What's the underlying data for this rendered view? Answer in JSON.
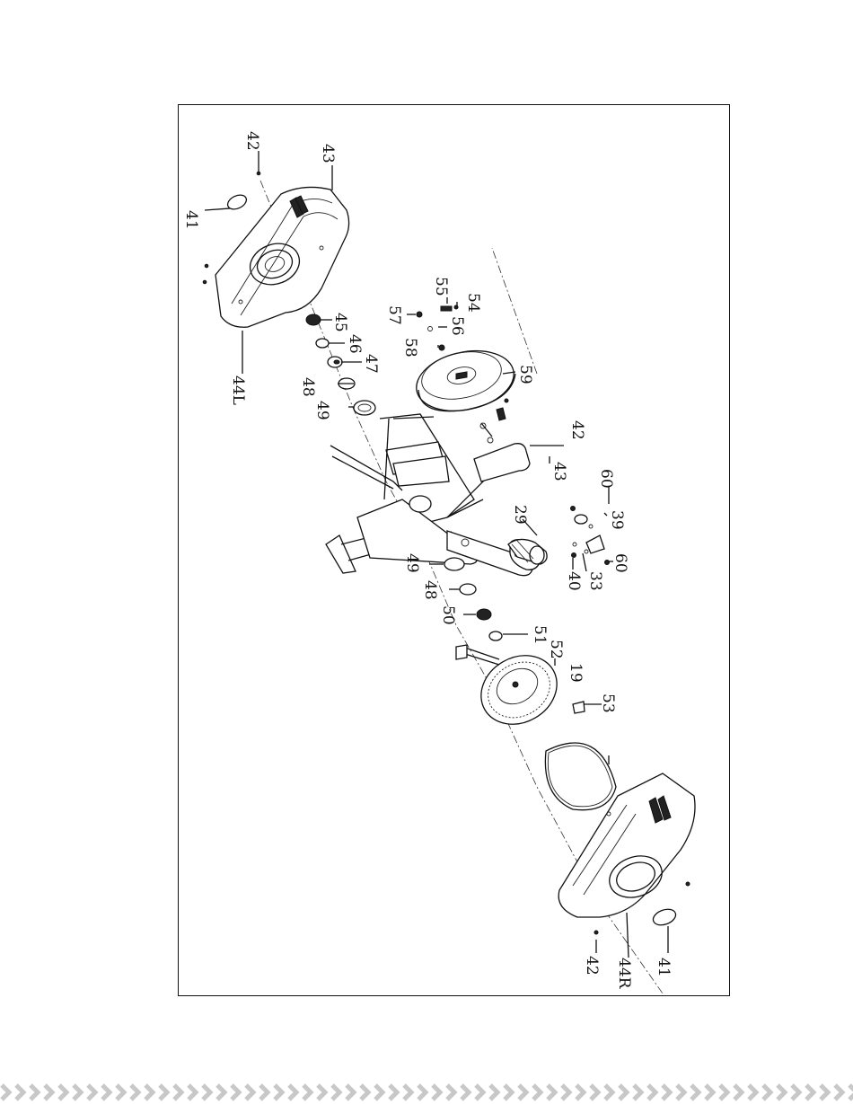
{
  "callouts": {
    "c41a": "41",
    "c42a": "42",
    "c43a": "43",
    "c44L": "44L",
    "c45": "45",
    "c46": "46",
    "c47": "47",
    "c48a": "48",
    "c49a": "49",
    "c55": "55",
    "c54": "54",
    "c57": "57",
    "c56": "56",
    "c58": "58",
    "c59": "59",
    "c42b": "42",
    "c43b": "43",
    "c29": "29",
    "c60a": "60",
    "c39": "39",
    "c60b": "60",
    "c33": "33",
    "c40": "40",
    "c49b": "49",
    "c48b": "48",
    "c50": "50",
    "c51": "51",
    "c52": "52",
    "c19": "19",
    "c53": "53",
    "c42c": "42",
    "c44R": "44R",
    "c41b": "41"
  }
}
